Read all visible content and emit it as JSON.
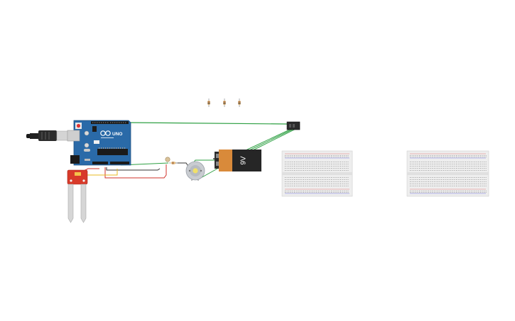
{
  "canvas": {
    "background": "#ffffff"
  },
  "components": {
    "arduino": {
      "label": "UNO",
      "board_color": "#2a6aa8",
      "icon": "arduino-uno-board"
    },
    "usb_cable": {
      "icon": "usb-cable"
    },
    "battery": {
      "label": "9V",
      "icon": "battery-9v"
    },
    "dc_motor": {
      "icon": "dc-motor"
    },
    "moisture_sensor": {
      "icon": "soil-moisture-sensor",
      "color": "#d83a2a"
    },
    "breadboards": [
      {
        "icon": "breadboard"
      },
      {
        "icon": "breadboard"
      }
    ],
    "resistors": [
      {
        "icon": "resistor"
      },
      {
        "icon": "resistor"
      },
      {
        "icon": "resistor"
      },
      {
        "icon": "resistor"
      }
    ],
    "transistor": {
      "icon": "transistor"
    }
  },
  "wire_colors": {
    "green": "#2ea043",
    "red": "#d0302a",
    "black": "#333333",
    "yellow": "#e8b820"
  }
}
